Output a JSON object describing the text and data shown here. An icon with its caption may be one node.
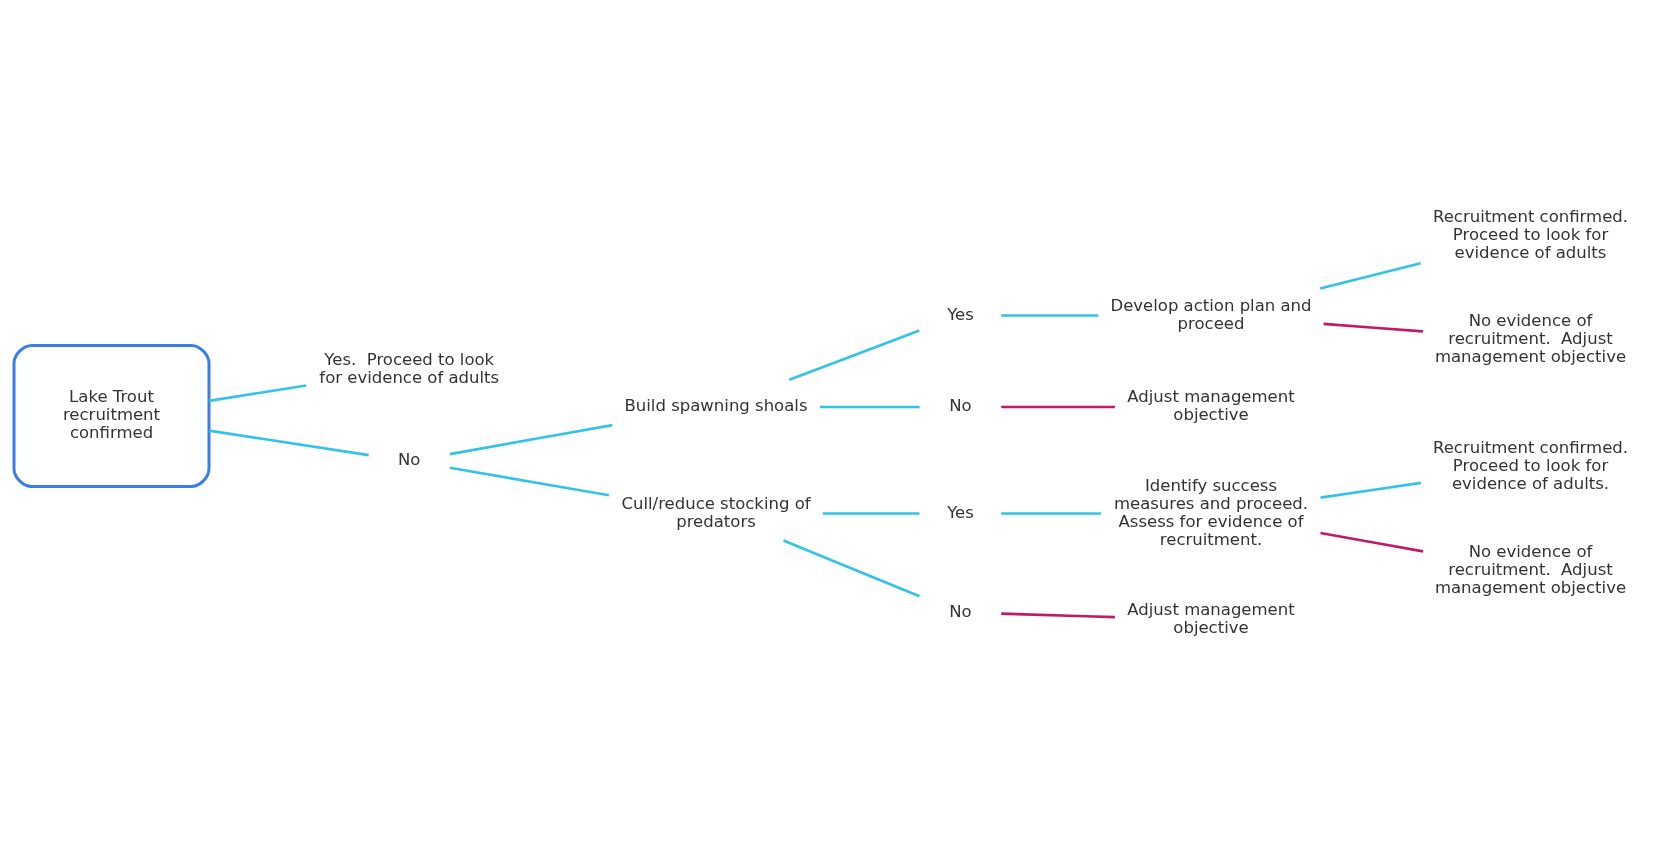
{
  "diagram": {
    "nodes": [
      {
        "text": [
          "Lake Trout recruitment confirmed"
        ]
      },
      {
        "text": [
          "Yes.  Proceed to look for evidence of adults"
        ]
      },
      {
        "text": [
          "No"
        ]
      },
      {
        "text": [
          "Build spawning shoals"
        ]
      },
      {
        "text": [
          "Cull/reduce stocking of predators"
        ]
      },
      {
        "text": [
          "Yes"
        ]
      },
      {
        "text": [
          "No"
        ]
      },
      {
        "text": [
          "Develop action plan and proceed"
        ]
      },
      {
        "text": [
          "Adjust management objective"
        ]
      },
      {
        "text": [
          "Recruitment confirmed. Proceed to look for evidence of adults"
        ]
      },
      {
        "text": [
          "No evidence of recruitment.  Adjust management objective"
        ]
      },
      {
        "text": [
          "Yes"
        ]
      },
      {
        "text": [
          "No"
        ]
      },
      {
        "text": [
          "Identify success measures and proceed.  Assess for evidence of recruitment."
        ]
      },
      {
        "text": [
          "Adjust management objective"
        ]
      },
      {
        "text": [
          "Recruitment confirmed. Proceed to look for evidence of adults."
        ]
      },
      {
        "text": [
          "No evidence of recruitment.  Adjust management objective"
        ]
      }
    ],
    "edges": [
      {
        "from": 0,
        "to": 1,
        "arrow": "none"
      },
      {
        "from": 0,
        "to": 2,
        "arrow": "none"
      },
      {
        "from": 2,
        "to": 3,
        "arrow": "none"
      },
      {
        "from": 2,
        "to": 4,
        "arrow": "none"
      },
      {
        "from": 3,
        "to": 5,
        "arrow": "none"
      },
      {
        "from": 3,
        "to": 6,
        "arrow": "none"
      },
      {
        "from": 5,
        "to": 7,
        "arrow": "none"
      },
      {
        "from": 6,
        "to": 8,
        "arrow": "none",
        "color": "#c2186b"
      },
      {
        "from": 7,
        "to": 9,
        "arrow": "none"
      },
      {
        "from": 7,
        "to": 10,
        "arrow": "none",
        "color": "#c2186b"
      },
      {
        "from": 4,
        "to": 11,
        "arrow": "none"
      },
      {
        "from": 4,
        "to": 12,
        "arrow": "none"
      },
      {
        "from": 11,
        "to": 13,
        "arrow": "none"
      },
      {
        "from": 12,
        "to": 14,
        "arrow": "none",
        "color": "#c2186b"
      },
      {
        "from": 13,
        "to": 15,
        "arrow": "none"
      },
      {
        "from": 13,
        "to": 16,
        "arrow": "none",
        "color": "#c2186b"
      }
    ]
  }
}
